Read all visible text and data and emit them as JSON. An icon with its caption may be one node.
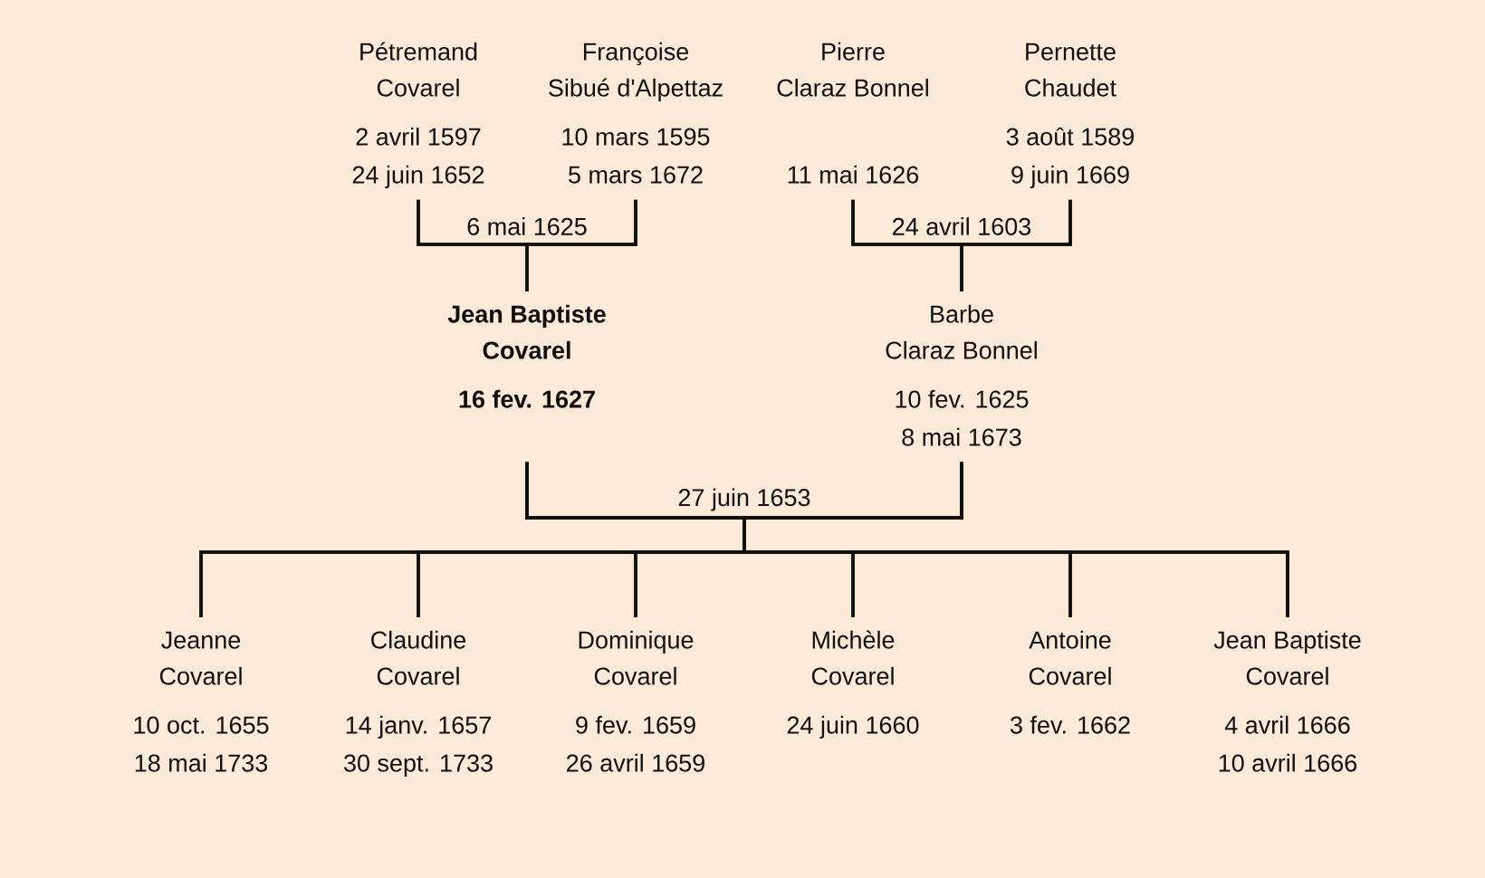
{
  "diagram": {
    "nodes": [
      {
        "text": [
          "Pétremand",
          "Covarel",
          "2 avril 1597",
          "24 juin 1652"
        ]
      },
      {
        "text": [
          "Françoise",
          "Sibué d'Alpettaz",
          "10 mars 1595",
          "5 mars 1672"
        ]
      },
      {
        "text": [
          "Pierre",
          "Claraz Bonnel",
          "11 mai 1626"
        ]
      },
      {
        "text": [
          "Pernette",
          "Chaudet",
          "3 août 1589",
          "9 juin 1669"
        ]
      },
      {
        "text": [
          "Jean Baptiste",
          "Covarel",
          "16 fev. 1627"
        ]
      },
      {
        "text": [
          "Barbe",
          "Claraz Bonnel",
          "10 fev. 1625",
          "8 mai 1673"
        ]
      },
      {
        "text": [
          "Jeanne",
          "Covarel",
          "10 oct. 1655",
          "18 mai 1733"
        ]
      },
      {
        "text": [
          "Claudine",
          "Covarel",
          "14 janv. 1657",
          "30 sept. 1733"
        ]
      },
      {
        "text": [
          "Dominique",
          "Covarel",
          "9 fev. 1659",
          "26 avril 1659"
        ]
      },
      {
        "text": [
          "Michèle",
          "Covarel",
          "24 juin 1660"
        ]
      },
      {
        "text": [
          "Antoine",
          "Covarel",
          "3 fev. 1662"
        ]
      },
      {
        "text": [
          "Jean Baptiste",
          "Covarel",
          "4 avril 1666",
          "10 avril 1666"
        ]
      }
    ],
    "edges": [
      {
        "from": 0,
        "to": 1,
        "arrow": "none",
        "label": "6 mai 1625"
      },
      {
        "from": 0,
        "to": 4,
        "arrow": "none"
      },
      {
        "from": 1,
        "to": 4,
        "arrow": "none"
      },
      {
        "from": 2,
        "to": 3,
        "arrow": "none",
        "label": "24 avril 1603"
      },
      {
        "from": 2,
        "to": 5,
        "arrow": "none"
      },
      {
        "from": 3,
        "to": 5,
        "arrow": "none"
      },
      {
        "from": 4,
        "to": 5,
        "arrow": "none",
        "label": "27 juin 1653"
      },
      {
        "from": 4,
        "to": 6,
        "arrow": "none"
      },
      {
        "from": 4,
        "to": 7,
        "arrow": "none"
      },
      {
        "from": 4,
        "to": 8,
        "arrow": "none"
      },
      {
        "from": 4,
        "to": 9,
        "arrow": "none"
      },
      {
        "from": 4,
        "to": 10,
        "arrow": "none"
      },
      {
        "from": 4,
        "to": 11,
        "arrow": "none"
      },
      {
        "from": 5,
        "to": 6,
        "arrow": "none"
      },
      {
        "from": 5,
        "to": 7,
        "arrow": "none"
      },
      {
        "from": 5,
        "to": 8,
        "arrow": "none"
      },
      {
        "from": 5,
        "to": 9,
        "arrow": "none"
      },
      {
        "from": 5,
        "to": 10,
        "arrow": "none"
      },
      {
        "from": 5,
        "to": 11,
        "arrow": "none"
      }
    ]
  }
}
